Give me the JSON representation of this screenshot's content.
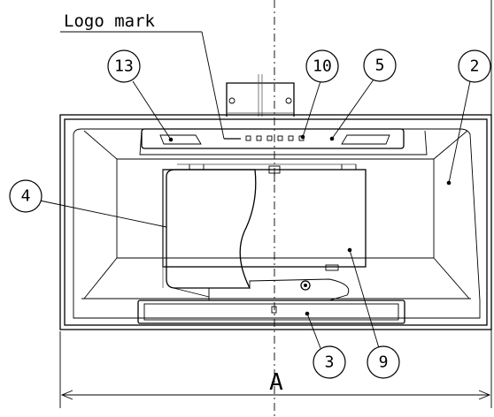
{
  "labels": {
    "logo_mark": "Logo mark",
    "dimension_a": "A"
  },
  "callouts": [
    {
      "id": "13"
    },
    {
      "id": "10"
    },
    {
      "id": "5"
    },
    {
      "id": "2"
    },
    {
      "id": "4"
    },
    {
      "id": "3"
    },
    {
      "id": "9"
    }
  ]
}
